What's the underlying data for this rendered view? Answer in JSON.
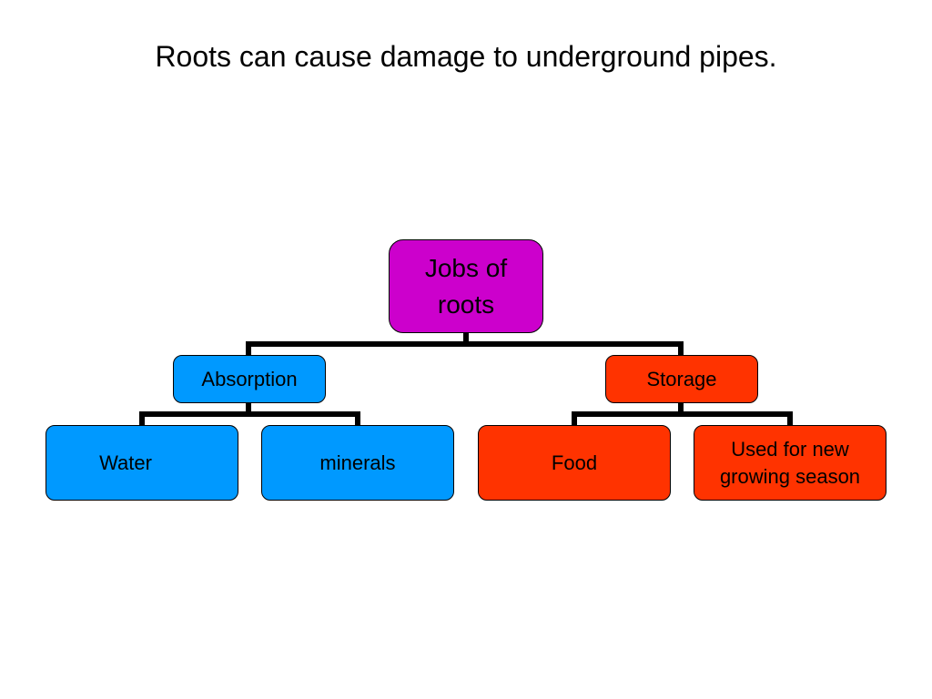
{
  "title": "Roots can cause damage to underground pipes.",
  "colors": {
    "root": "#cc00cc",
    "absorption": "#0099ff",
    "storage": "#ff3300",
    "connector": "#000000"
  },
  "diagram": {
    "root": {
      "label": "Jobs of roots"
    },
    "branches": [
      {
        "label": "Absorption",
        "children": [
          {
            "label": "Water"
          },
          {
            "label": "minerals"
          }
        ]
      },
      {
        "label": "Storage",
        "children": [
          {
            "label": "Food"
          },
          {
            "label": "Used for new growing season"
          }
        ]
      }
    ]
  }
}
